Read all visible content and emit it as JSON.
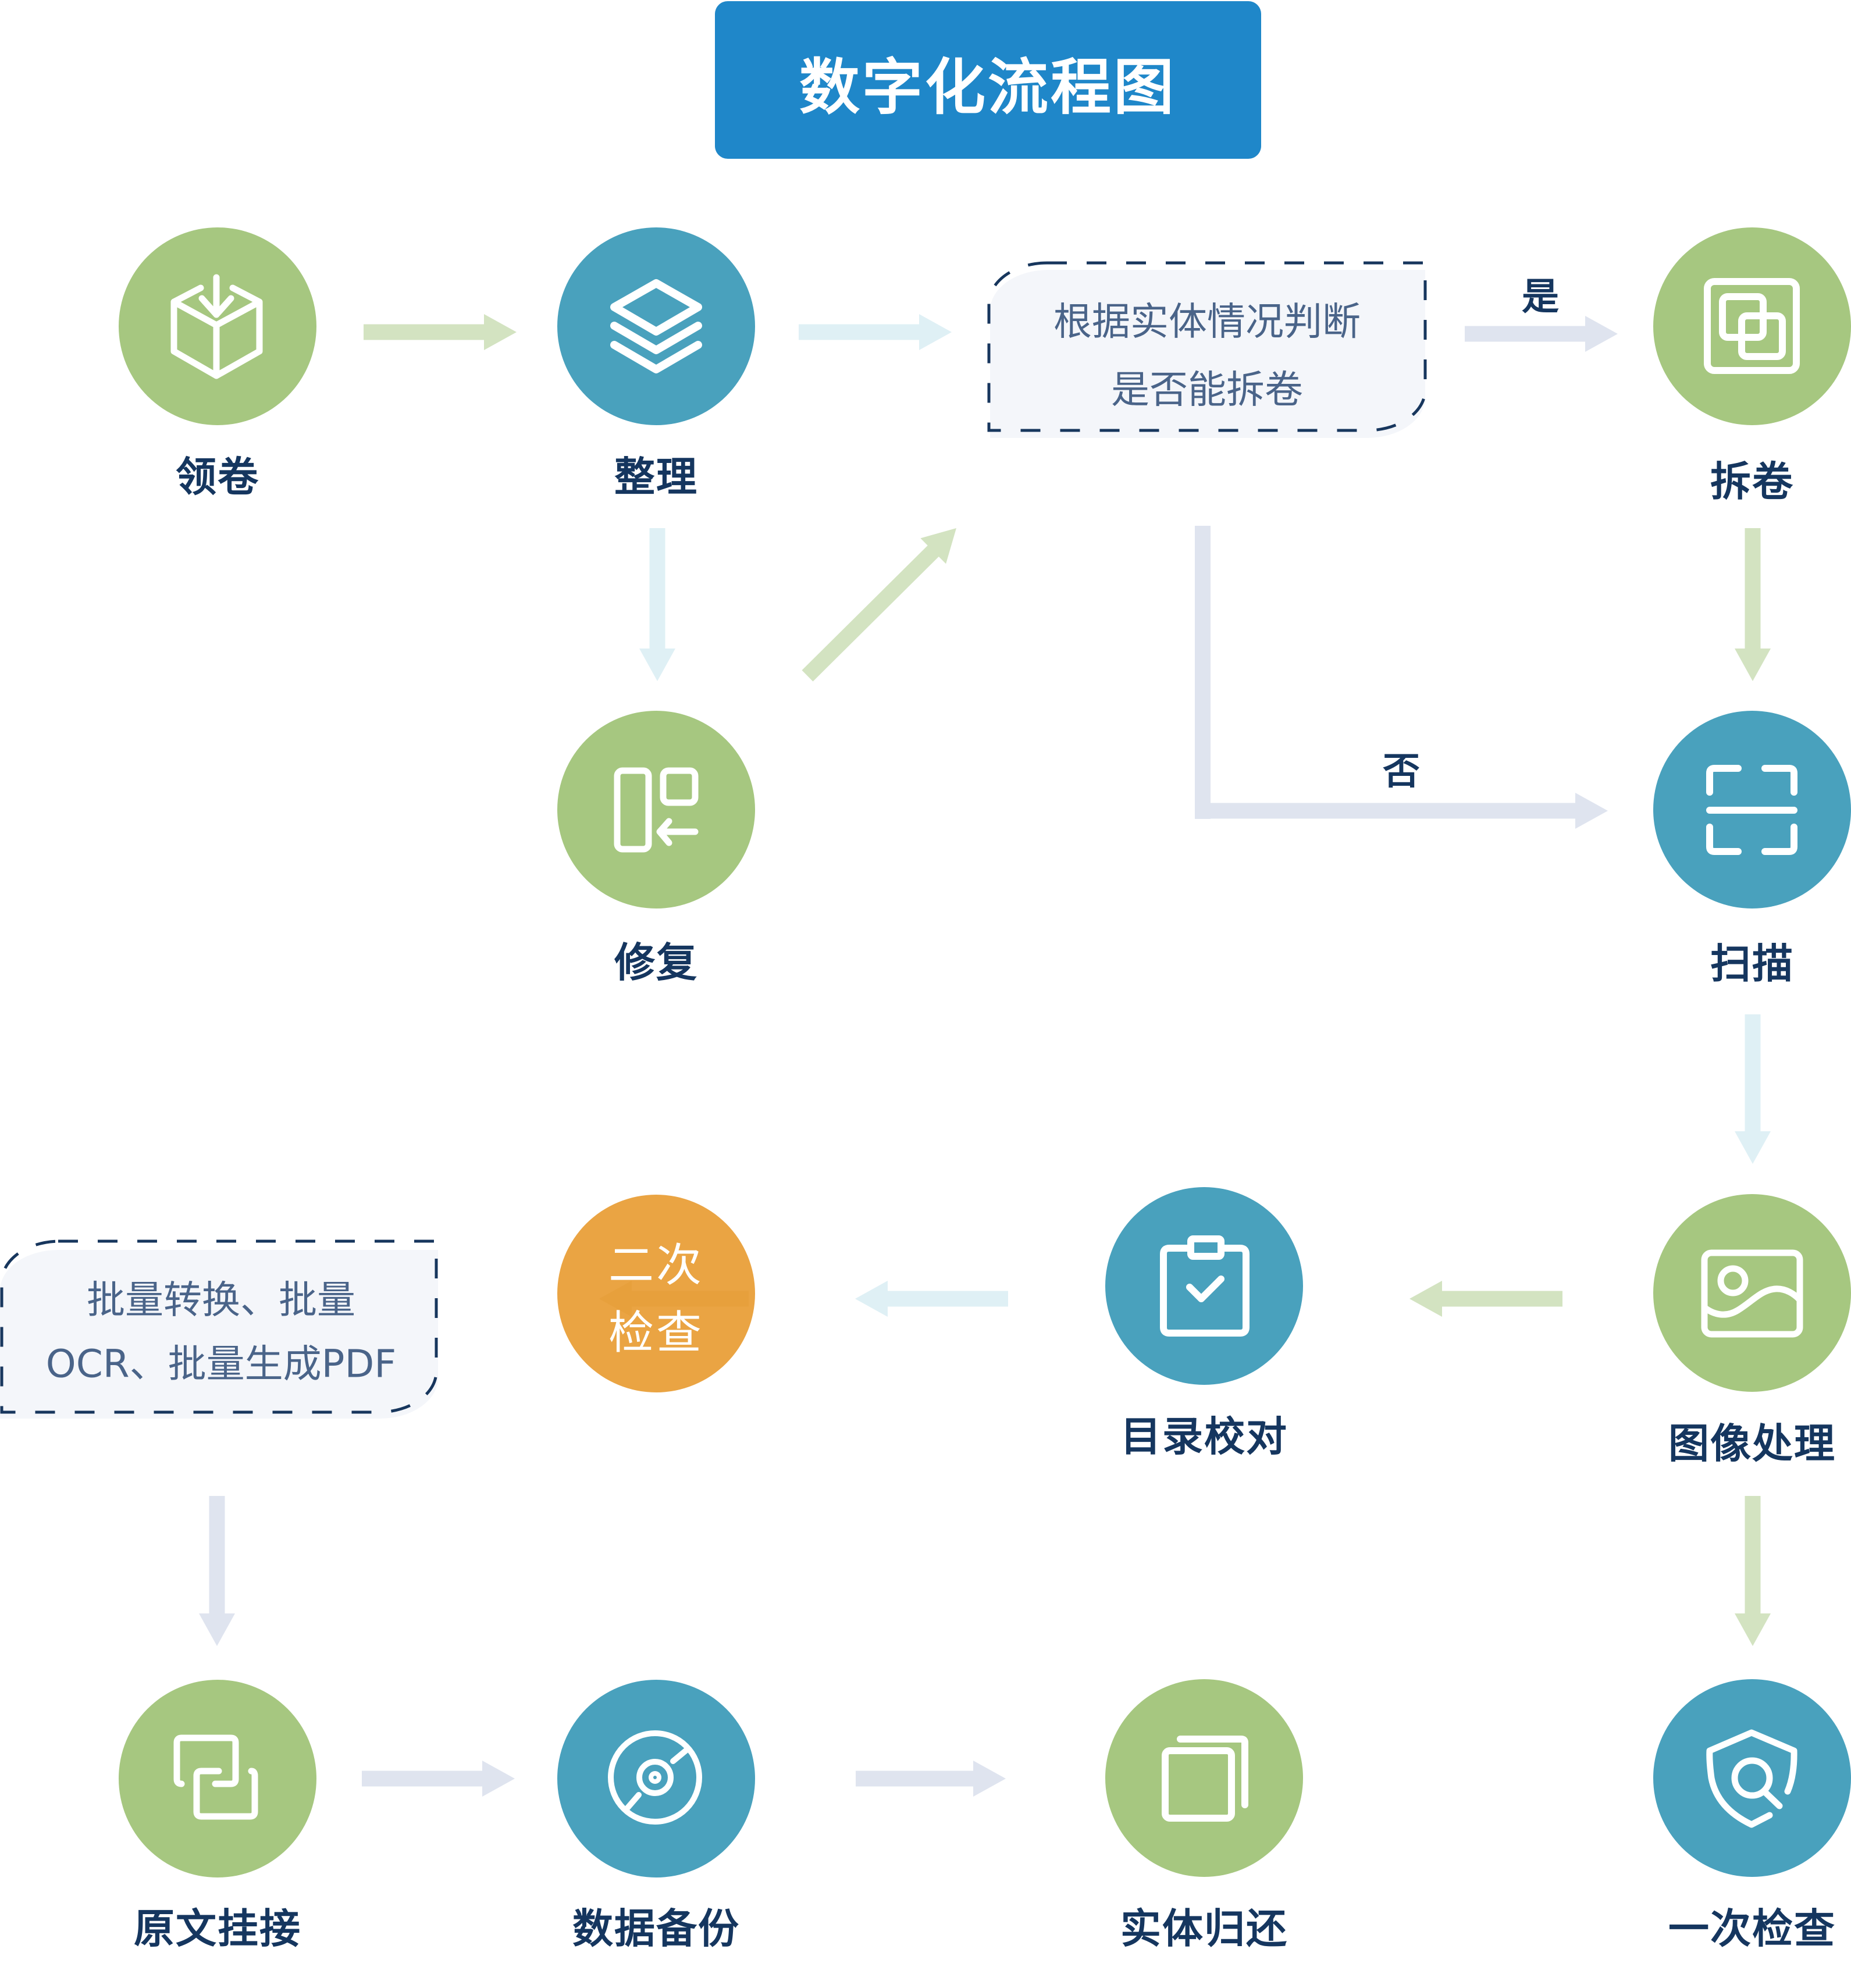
{
  "title": "数字化流程图",
  "palette": {
    "title_bg": "#1F87C9",
    "title_text": "#FFFFFF",
    "node_green": "#A6C780",
    "node_blue": "#49A1BD",
    "node_orange": "#EAA443",
    "node_orange_shadow": "#E39C36",
    "label_text": "#15365F",
    "note_text": "#4A6489",
    "note_fill": "#F4F6FA",
    "note_border": "#17365D",
    "arrow_green": "#D3E3C1",
    "arrow_blue": "#DFF0F5",
    "arrow_lavender": "#DFE4EF",
    "icon_stroke": "#FFFFFF"
  },
  "nodes": [
    {
      "id": "collect",
      "label": "领卷",
      "color": "node_green",
      "icon": "box-download-icon"
    },
    {
      "id": "organize",
      "label": "整理",
      "color": "node_blue",
      "icon": "layers-icon"
    },
    {
      "id": "disassemble",
      "label": "拆卷",
      "color": "node_green",
      "icon": "split-squares-icon"
    },
    {
      "id": "repair",
      "label": "修复",
      "color": "node_green",
      "icon": "layout-arrow-icon"
    },
    {
      "id": "scan",
      "label": "扫描",
      "color": "node_blue",
      "icon": "scan-icon"
    },
    {
      "id": "second-check",
      "label": "二次检查",
      "lines": [
        "二次",
        "检查"
      ],
      "color": "node_orange",
      "icon": null
    },
    {
      "id": "catalog-proof",
      "label": "目录校对",
      "color": "node_blue",
      "icon": "clipboard-check-icon"
    },
    {
      "id": "image-processing",
      "label": "图像处理",
      "color": "node_green",
      "icon": "image-icon"
    },
    {
      "id": "attach-original",
      "label": "原文挂接",
      "color": "node_green",
      "icon": "link-icon"
    },
    {
      "id": "data-backup",
      "label": "数据备份",
      "color": "node_blue",
      "icon": "disc-icon"
    },
    {
      "id": "return-physical",
      "label": "实体归还",
      "color": "node_green",
      "icon": "copy-icon"
    },
    {
      "id": "first-check",
      "label": "一次检查",
      "color": "node_blue",
      "icon": "shield-search-icon"
    }
  ],
  "decision": {
    "lines": [
      "根据实体情况判断",
      "是否能拆卷"
    ],
    "yes_label": "是",
    "no_label": "否"
  },
  "batch_note": {
    "lines": [
      "批量转换、批量",
      "OCR、批量生成PDF"
    ]
  },
  "edges": [
    {
      "from": "collect",
      "to": "organize",
      "color": "arrow_green"
    },
    {
      "from": "organize",
      "to": "decision",
      "color": "arrow_blue"
    },
    {
      "from": "decision",
      "to": "disassemble",
      "label": "是",
      "color": "arrow_lavender"
    },
    {
      "from": "organize",
      "to": "repair",
      "color": "arrow_blue"
    },
    {
      "from": "repair",
      "to": "decision",
      "color": "arrow_green"
    },
    {
      "from": "decision",
      "to": "scan",
      "label": "否",
      "color": "arrow_lavender"
    },
    {
      "from": "disassemble",
      "to": "scan",
      "color": "arrow_green"
    },
    {
      "from": "scan",
      "to": "image-processing",
      "color": "arrow_blue"
    },
    {
      "from": "image-processing",
      "to": "catalog-proof",
      "color": "arrow_green"
    },
    {
      "from": "catalog-proof",
      "to": "second-check",
      "color": "arrow_blue"
    },
    {
      "from": "image-processing",
      "to": "first-check",
      "color": "arrow_green"
    },
    {
      "from": "batch_note",
      "to": "attach-original",
      "color": "arrow_lavender"
    },
    {
      "from": "attach-original",
      "to": "data-backup",
      "color": "arrow_lavender"
    },
    {
      "from": "data-backup",
      "to": "return-physical",
      "color": "arrow_lavender"
    }
  ]
}
